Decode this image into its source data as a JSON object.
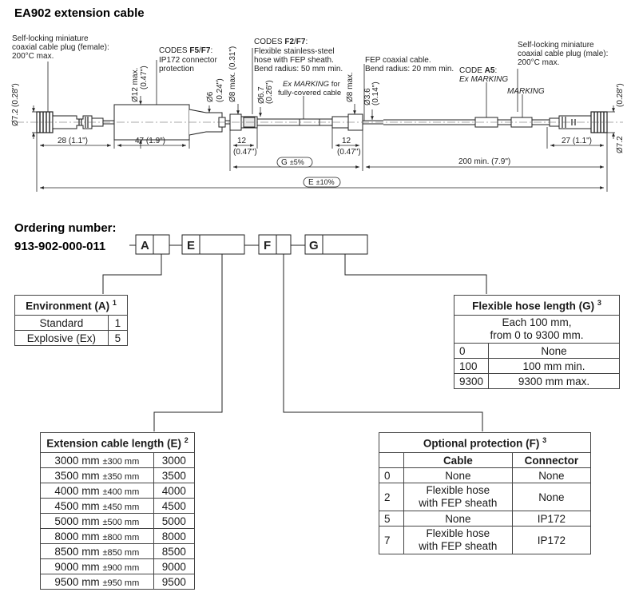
{
  "title": "EA902 extension cable",
  "drawing": {
    "plug_female": "Self-locking miniature\ncoaxial cable plug (female):\n200°C max.",
    "codes_f5f7": [
      "CODES ",
      "F5",
      "/",
      "F7",
      ":"
    ],
    "ip172_text": "IP172 connector\nprotection",
    "codes_f2f7": [
      "CODES ",
      "F2",
      "/",
      "F7",
      ":"
    ],
    "hose_text": "Flexible stainless-steel\nhose with FEP sheath.\nBend radius: 50 mm min.",
    "ex_marking_for": [
      "Ex MARKING",
      " for"
    ],
    "fully_covered": "fully-covered cable",
    "fep_text": "FEP coaxial cable.\nBend radius: 20 mm min.",
    "code_a5": [
      "CODE ",
      "A5",
      ":"
    ],
    "ex_marking": "Ex MARKING",
    "marking": "MARKING",
    "plug_male": "Self-locking miniature\ncoaxial cable plug (male):\n200°C max.",
    "dim_d72": "Ø7.2",
    "dim_028": "(0.28\")",
    "dim_d12": "Ø12 max.",
    "dim_047": "(0.47\")",
    "dim_d6": "Ø6",
    "dim_024": "(0.24\")",
    "dim_d8": "Ø8 max. (0.31\")",
    "dim_d67": "Ø6.7",
    "dim_026": "(0.26\")",
    "dim_d8b": "Ø8 max.",
    "dim_d36": "Ø3.6",
    "dim_014": "(0.14\")",
    "dim_28": "28 (1.1\")",
    "dim_47": "47 (1.9\")",
    "dim_12": "12",
    "dim_047b": "(0.47\")",
    "dim_g": "G",
    "dim_g_tol": "±5%",
    "dim_200": "200 min. (7.9\")",
    "dim_27": "27 (1.1\")",
    "dim_e": "E",
    "dim_e_tol": "±10%",
    "dim_028b": "(0.28\")",
    "dim_d72b": "Ø7.2"
  },
  "ordering": {
    "heading": "Ordering number:",
    "prefix": "913-902-000-011",
    "dash": "-",
    "boxes": [
      "A",
      "E",
      "F",
      "G"
    ]
  },
  "environment": {
    "title": "Environment (A)",
    "note": "1",
    "rows": [
      [
        "Standard",
        "1"
      ],
      [
        "Explosive (Ex)",
        "5"
      ]
    ]
  },
  "hose_length": {
    "title": "Flexible hose length (G)",
    "note": "3",
    "desc": [
      "Each 100 mm,",
      "from 0 to 9300 mm."
    ],
    "rows": [
      [
        "0",
        "None"
      ],
      [
        "100",
        "100 mm min."
      ],
      [
        "9300",
        "9300 mm max."
      ]
    ]
  },
  "ext_length": {
    "title": "Extension cable length (E)",
    "note": "2",
    "rows": [
      [
        "3000 mm",
        "±300 mm",
        "3000"
      ],
      [
        "3500 mm",
        "±350 mm",
        "3500"
      ],
      [
        "4000 mm",
        "±400 mm",
        "4000"
      ],
      [
        "4500 mm",
        "±450 mm",
        "4500"
      ],
      [
        "5000 mm",
        "±500 mm",
        "5000"
      ],
      [
        "8000 mm",
        "±800 mm",
        "8000"
      ],
      [
        "8500 mm",
        "±850 mm",
        "8500"
      ],
      [
        "9000 mm",
        "±900 mm",
        "9000"
      ],
      [
        "9500 mm",
        "±950 mm",
        "9500"
      ]
    ]
  },
  "protection": {
    "title": "Optional protection (F)",
    "note": "3",
    "col_cable": "Cable",
    "col_connector": "Connector",
    "rows": [
      [
        "0",
        "None",
        "",
        "None"
      ],
      [
        "2",
        "Flexible hose",
        "with FEP sheath",
        "None"
      ],
      [
        "5",
        "None",
        "",
        "IP172"
      ],
      [
        "7",
        "Flexible hose",
        "with FEP sheath",
        "IP172"
      ]
    ]
  }
}
